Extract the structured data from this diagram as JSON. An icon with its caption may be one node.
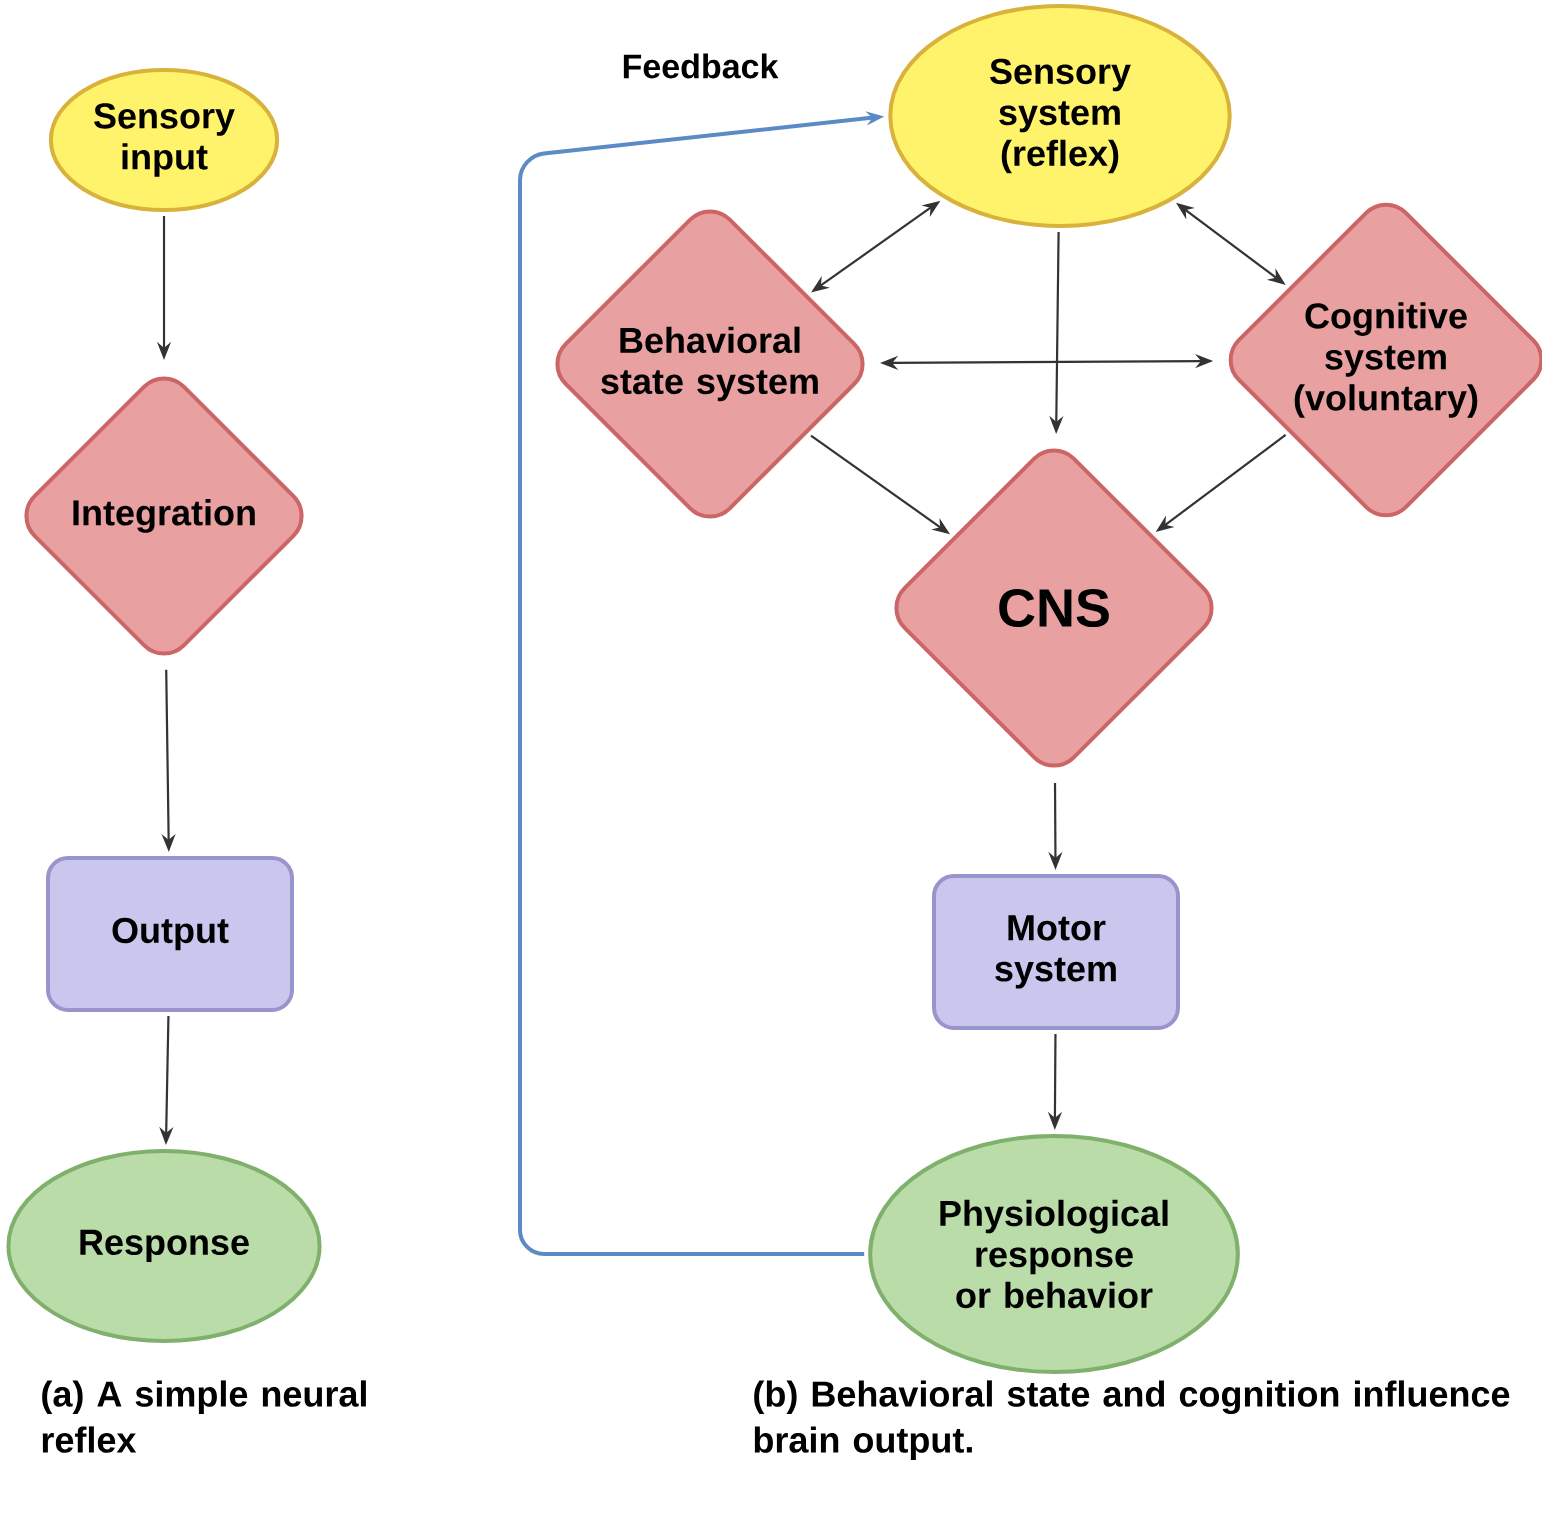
{
  "diagram": {
    "nodes": [
      {
        "text": [
          "Sensory input"
        ]
      },
      {
        "text": [
          "Integration"
        ]
      },
      {
        "text": [
          "Output"
        ]
      },
      {
        "text": [
          "Response"
        ]
      },
      {
        "text": [
          "Sensory system (reflex)"
        ]
      },
      {
        "text": [
          "Behavioral state system"
        ]
      },
      {
        "text": [
          "Cognitive system (voluntary)"
        ]
      },
      {
        "text": [
          "CNS"
        ]
      },
      {
        "text": [
          "Motor system"
        ]
      },
      {
        "text": [
          "Physiological response or behavior"
        ]
      }
    ],
    "edges": [
      {
        "from": 0,
        "to": 1,
        "arrow": "to"
      },
      {
        "from": 1,
        "to": 2,
        "arrow": "to"
      },
      {
        "from": 2,
        "to": 3,
        "arrow": "to"
      },
      {
        "from": 4,
        "to": 5,
        "arrow": "both"
      },
      {
        "from": 4,
        "to": 6,
        "arrow": "both"
      },
      {
        "from": 5,
        "to": 6,
        "arrow": "both"
      },
      {
        "from": 4,
        "to": 7,
        "arrow": "to"
      },
      {
        "from": 5,
        "to": 7,
        "arrow": "to"
      },
      {
        "from": 6,
        "to": 7,
        "arrow": "to"
      },
      {
        "from": 7,
        "to": 8,
        "arrow": "to"
      },
      {
        "from": 8,
        "to": 9,
        "arrow": "to"
      },
      {
        "from": 9,
        "to": 4,
        "arrow": "to",
        "label": "Feedback",
        "color": "#5b8ac6"
      }
    ],
    "labels": [
      "(a) A simple neural reflex",
      "(b) Behavioral state and cognition influence brain output."
    ]
  }
}
